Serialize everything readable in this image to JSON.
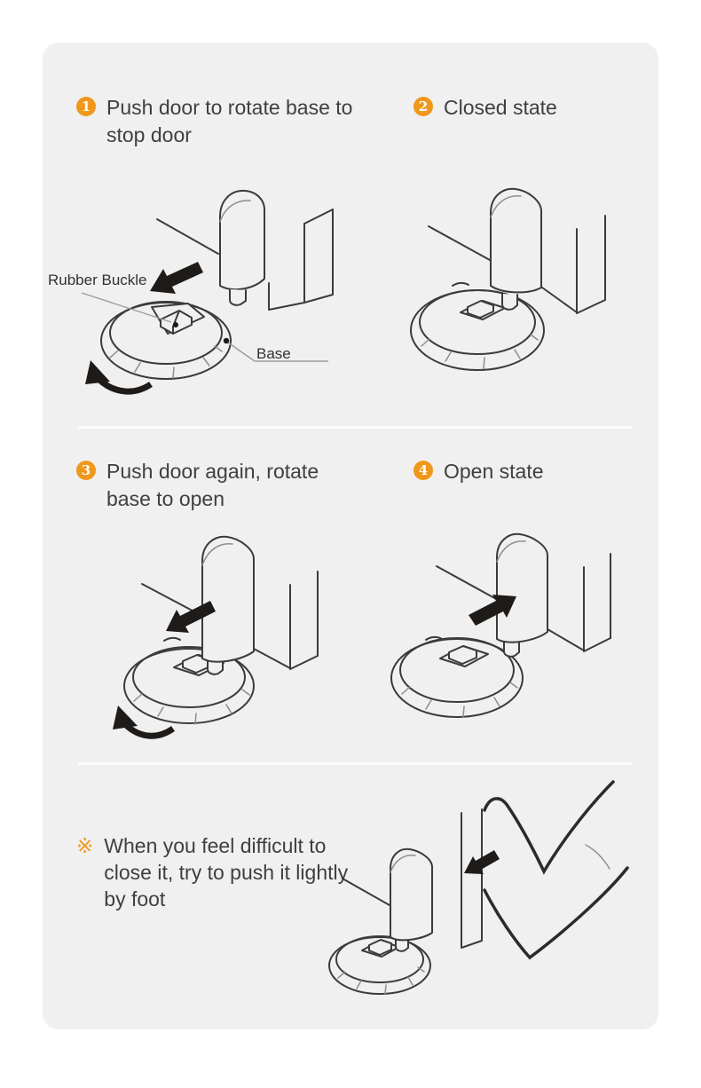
{
  "colors": {
    "page_bg": "#ffffff",
    "card_bg": "#f0f0f0",
    "accent_orange": "#f0981c",
    "text": "#3e3f41",
    "line_art": "#3b3b3b",
    "arrow_fill": "#1f1b18",
    "divider": "#fbfbfb"
  },
  "steps": [
    {
      "number": "1",
      "label": "Push door to rotate base to stop door"
    },
    {
      "number": "2",
      "label": "Closed state"
    },
    {
      "number": "3",
      "label": "Push door again, rotate base to open"
    },
    {
      "number": "4",
      "label": "Open state"
    }
  ],
  "annotations": {
    "rubber_buckle": "Rubber Buckle",
    "base": "Base"
  },
  "note": {
    "marker": "※",
    "text": "When you feel difficult to close it, try to push it lightly by foot"
  },
  "icons": {
    "push_arrow": "solid-black-arrow",
    "rotate_arrow": "curved-rotation-arrow",
    "note_marker": "reference-mark"
  }
}
